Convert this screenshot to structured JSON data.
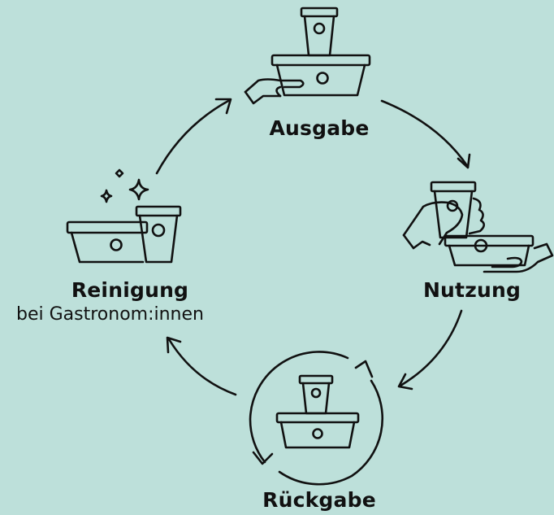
{
  "cycle": {
    "steps": [
      {
        "label": "Ausgabe",
        "sublabel": "",
        "icon": "hand-holding-container-and-cup-icon"
      },
      {
        "label": "Nutzung",
        "sublabel": "",
        "icon": "hands-using-container-and-cup-icon"
      },
      {
        "label": "Rückgabe",
        "sublabel": "",
        "icon": "return-cycle-container-icon"
      },
      {
        "label": "Reinigung",
        "sublabel": "bei Gastronom:innen",
        "icon": "sparkling-clean-container-icon"
      }
    ]
  },
  "colors": {
    "background": "#bde0da",
    "stroke": "#111111"
  }
}
